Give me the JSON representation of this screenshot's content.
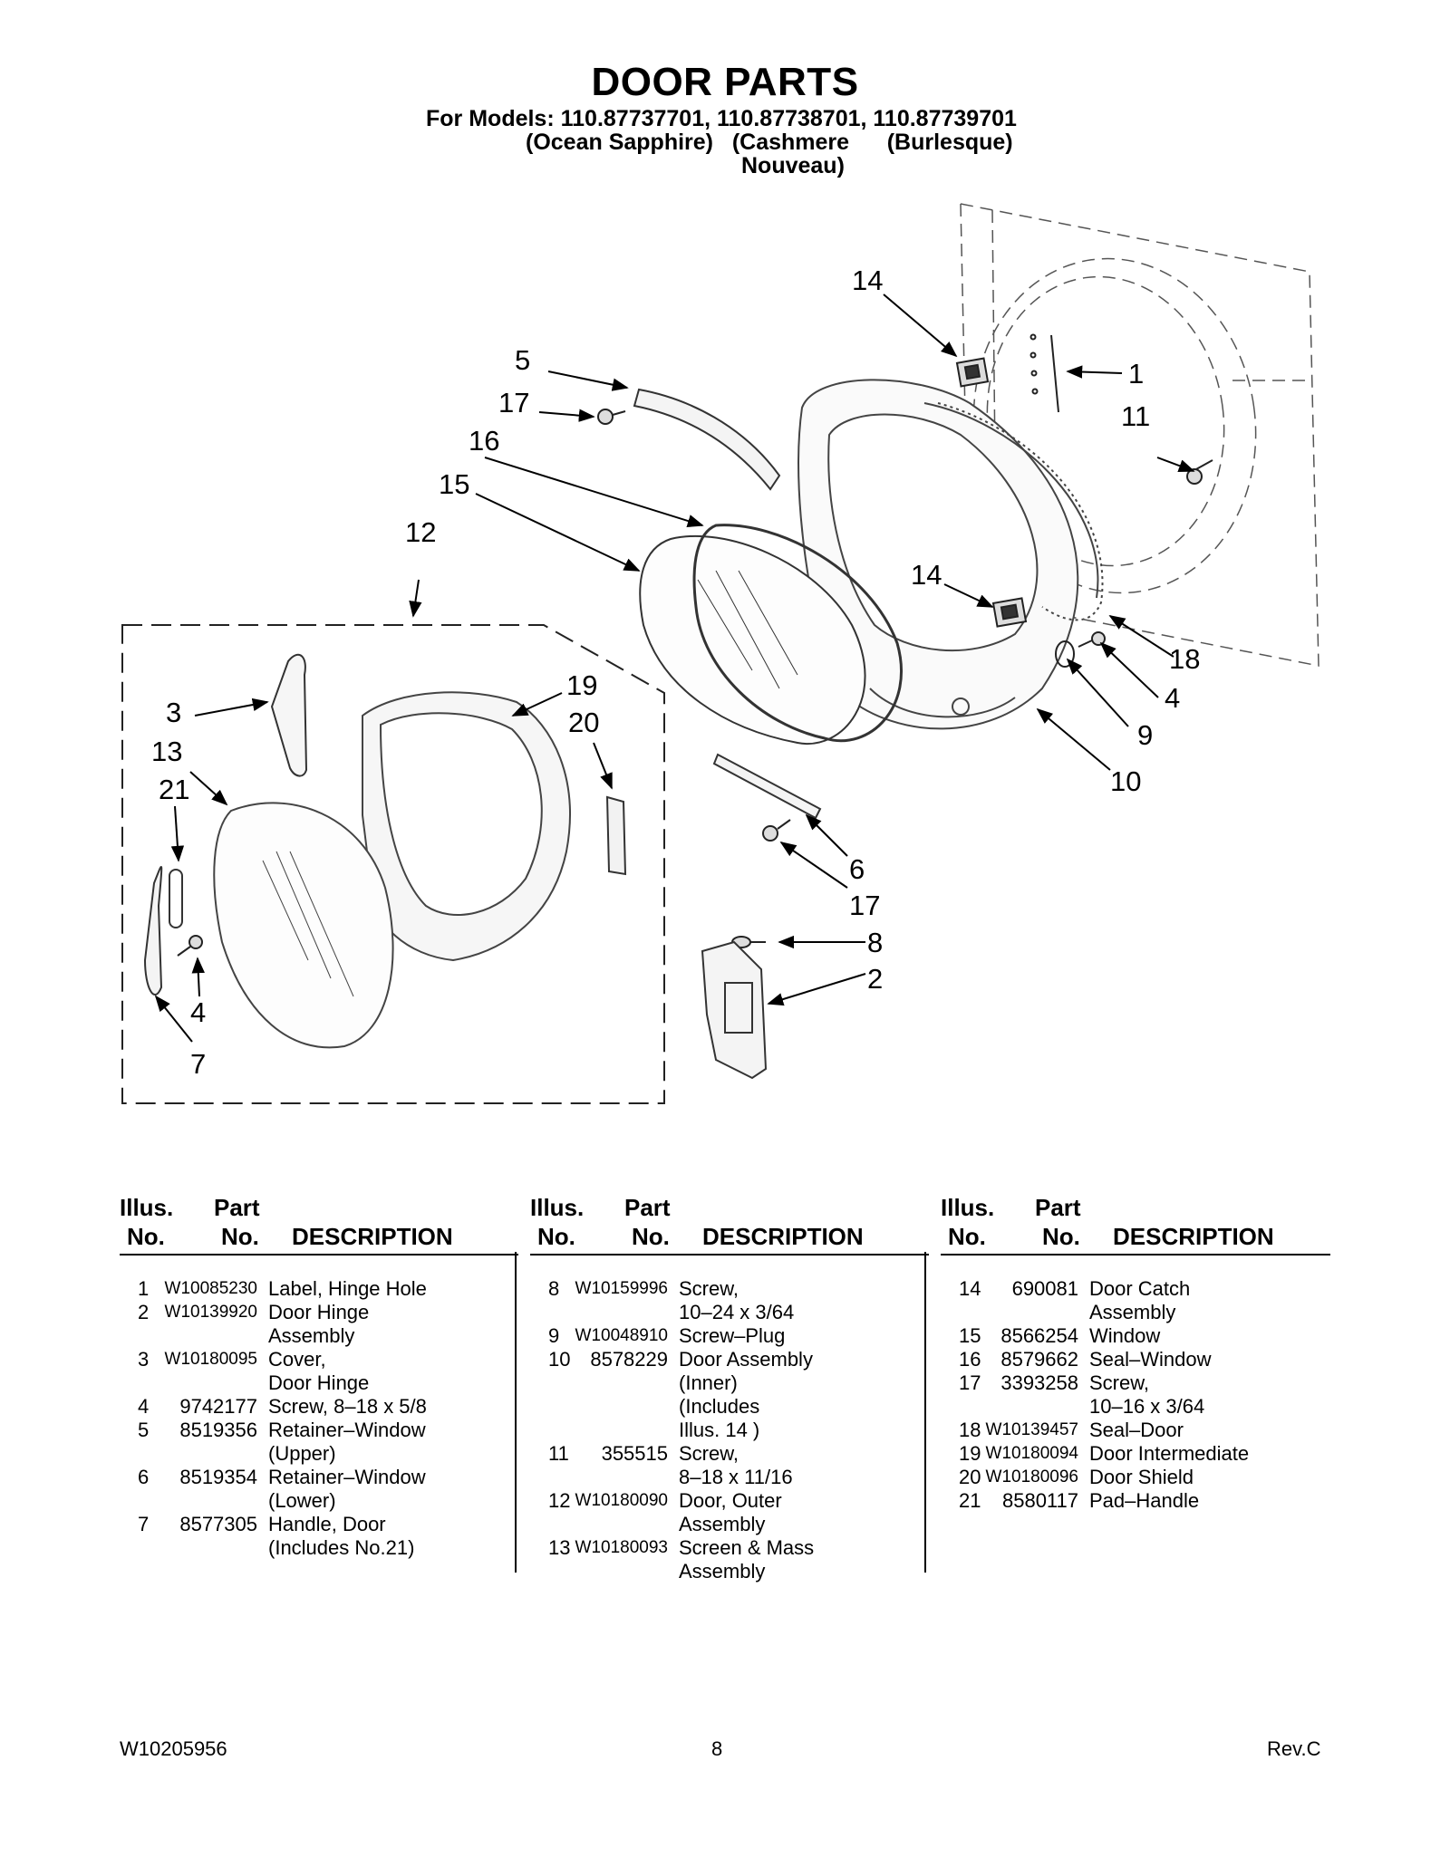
{
  "header": {
    "title": "DOOR PARTS",
    "models_line": "For Models: 110.87737701, 110.87738701, 110.87739701",
    "variants_line": "(Ocean Sapphire)   (Cashmere      (Burlesque)",
    "variants_line2": "Nouveau)"
  },
  "diagram": {
    "callouts": [
      "14",
      "5",
      "17",
      "16",
      "15",
      "12",
      "1",
      "11",
      "14",
      "18",
      "4",
      "9",
      "10",
      "3",
      "13",
      "21",
      "19",
      "20",
      "6",
      "17",
      "8",
      "2",
      "4",
      "7"
    ]
  },
  "table_headers": {
    "illus_top": "Illus.",
    "illus_bottom": "No.",
    "part_top": "Part",
    "part_bottom": "No.",
    "description": "DESCRIPTION"
  },
  "parts_columns": [
    [
      {
        "illus": "1",
        "part": "W10085230",
        "desc": "Label, Hinge Hole"
      },
      {
        "illus": "2",
        "part": "W10139920",
        "desc": "Door Hinge\nAssembly"
      },
      {
        "illus": "3",
        "part": "W10180095",
        "desc": "Cover,\nDoor Hinge"
      },
      {
        "illus": "4",
        "part": "9742177",
        "desc": "Screw, 8–18 x 5/8"
      },
      {
        "illus": "5",
        "part": "8519356",
        "desc": "Retainer–Window\n(Upper)"
      },
      {
        "illus": "6",
        "part": "8519354",
        "desc": "Retainer–Window\n(Lower)"
      },
      {
        "illus": "7",
        "part": "8577305",
        "desc": "Handle, Door\n(Includes No.21)"
      }
    ],
    [
      {
        "illus": "8",
        "part": "W10159996",
        "desc": "Screw,\n10–24 x 3/64"
      },
      {
        "illus": "9",
        "part": "W10048910",
        "desc": "Screw–Plug"
      },
      {
        "illus": "10",
        "part": "8578229",
        "desc": "Door Assembly\n(Inner)\n(Includes\n Illus. 14 )"
      },
      {
        "illus": "11",
        "part": "355515",
        "desc": "Screw,\n8–18 x 11/16"
      },
      {
        "illus": "12",
        "part": "W10180090",
        "desc": "Door, Outer\nAssembly"
      },
      {
        "illus": "13",
        "part": "W10180093",
        "desc": "Screen & Mass\nAssembly"
      }
    ],
    [
      {
        "illus": "14",
        "part": "690081",
        "desc": "Door Catch\nAssembly"
      },
      {
        "illus": "15",
        "part": "8566254",
        "desc": "Window"
      },
      {
        "illus": "16",
        "part": "8579662",
        "desc": "Seal–Window"
      },
      {
        "illus": "17",
        "part": "3393258",
        "desc": "Screw,\n10–16 x 3/64"
      },
      {
        "illus": "18",
        "part": "W10139457",
        "desc": "Seal–Door"
      },
      {
        "illus": "19",
        "part": "W10180094",
        "desc": "Door Intermediate"
      },
      {
        "illus": "20",
        "part": "W10180096",
        "desc": "Door Shield"
      },
      {
        "illus": "21",
        "part": "8580117",
        "desc": "Pad–Handle"
      }
    ]
  ],
  "footer": {
    "doc_number": "W10205956",
    "page": "8",
    "revision": "Rev.C"
  }
}
